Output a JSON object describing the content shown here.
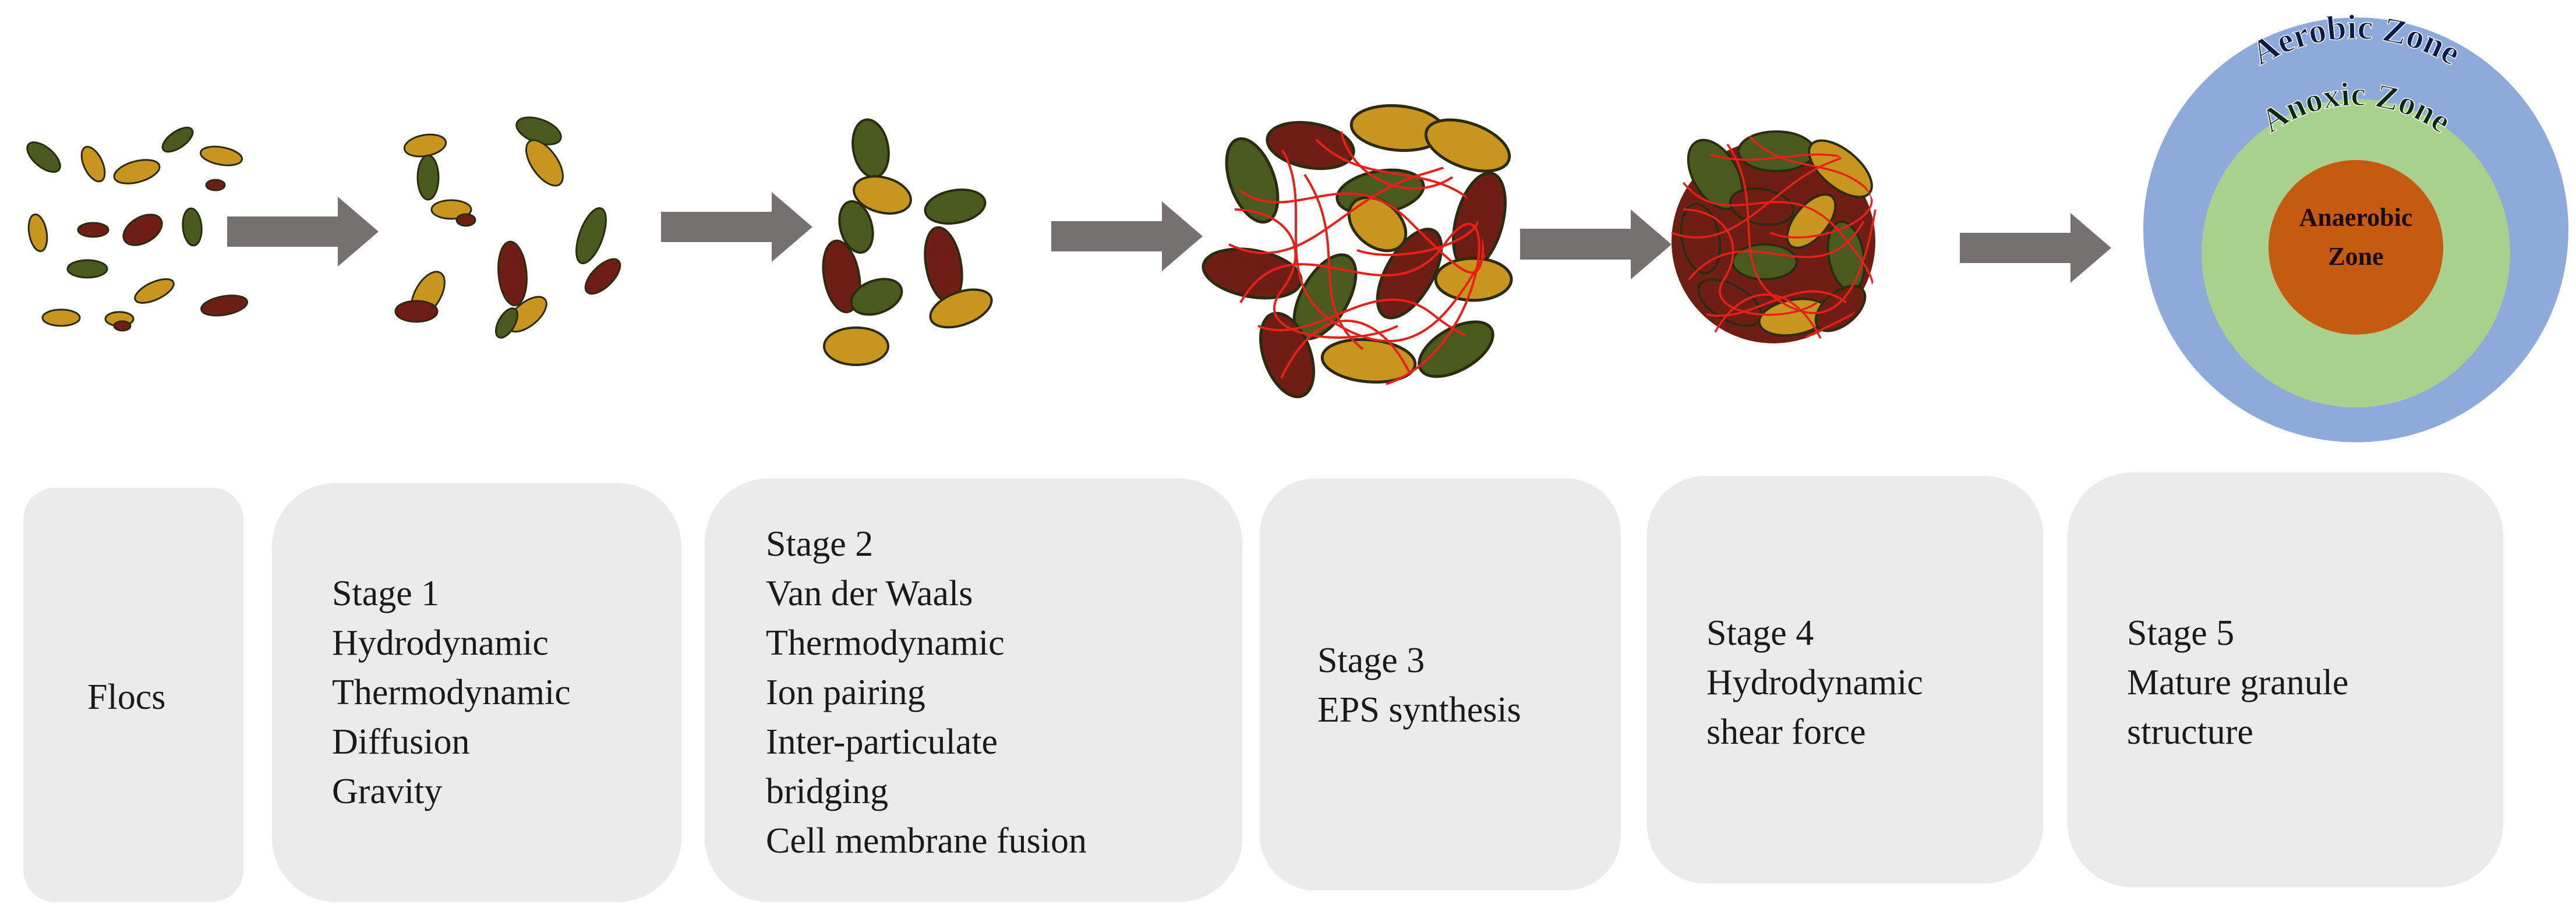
{
  "stages": [
    {
      "id": "flocs",
      "lines": [
        "Flocs"
      ]
    },
    {
      "id": "stage1",
      "lines": [
        "Stage 1",
        "Hydrodynamic",
        "Thermodynamic",
        "Diffusion",
        "Gravity"
      ]
    },
    {
      "id": "stage2",
      "lines": [
        "Stage 2",
        "Van der Waals",
        "Thermodynamic",
        "Ion pairing",
        "Inter-particulate",
        "bridging",
        "Cell membrane fusion"
      ]
    },
    {
      "id": "stage3",
      "lines": [
        "Stage 3",
        "EPS synthesis"
      ]
    },
    {
      "id": "stage4",
      "lines": [
        "Stage 4",
        "Hydrodynamic",
        "shear force"
      ]
    },
    {
      "id": "stage5",
      "lines": [
        "Stage 5",
        "Mature granule",
        "structure"
      ]
    }
  ],
  "zones": {
    "aerobic": "Aerobic Zone",
    "anoxic": "Anoxic Zone",
    "anaerobic_line1": "Anaerobic",
    "anaerobic_line2": "Zone"
  },
  "colors": {
    "box_fill": "#ebebeb",
    "arrow": "#767171",
    "cell_gold": "#c8961e",
    "cell_olive": "#4a5a1e",
    "cell_brown": "#6e1e14",
    "eps_red": "#e8201a",
    "aerobic_blue": "#8eaadb",
    "anoxic_green": "#a9d18e",
    "anaerobic_orange": "#c55a11"
  }
}
